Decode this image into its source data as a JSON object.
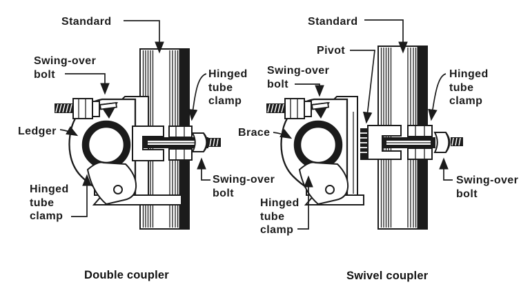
{
  "figure": {
    "type": "technical-diagram",
    "subject": "Scaffolding tube couplers",
    "colors": {
      "ink": "#1b1b1b",
      "background": "#ffffff"
    },
    "diagrams": {
      "double": {
        "caption": "Double coupler",
        "labels": {
          "standard": "Standard",
          "swing_over_bolt_top": "Swing-over\nbolt",
          "hinged_tube_clamp_right": "Hinged\ntube\nclamp",
          "ledger": "Ledger",
          "hinged_tube_clamp_bottom": "Hinged\ntube\nclamp",
          "swing_over_bolt_bottom": "Swing-over\nbolt"
        }
      },
      "swivel": {
        "caption": "Swivel coupler",
        "labels": {
          "standard": "Standard",
          "pivot": "Pivot",
          "swing_over_bolt_top": "Swing-over\nbolt",
          "hinged_tube_clamp_right": "Hinged\ntube\nclamp",
          "brace": "Brace",
          "hinged_tube_clamp_bottom": "Hinged\ntube\nclamp",
          "swing_over_bolt_bottom": "Swing-over\nbolt"
        }
      }
    }
  }
}
